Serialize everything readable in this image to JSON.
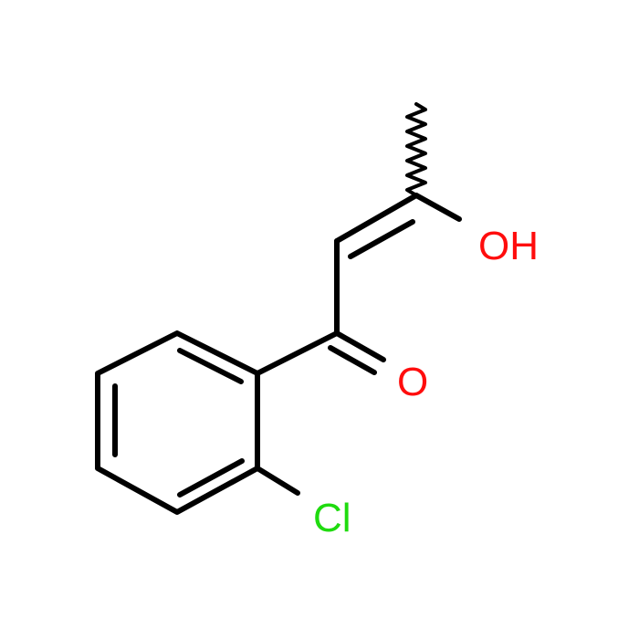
{
  "molecule": {
    "atoms": {
      "hydroxyl": {
        "label": "OH",
        "color": "#ff0d0d"
      },
      "carbonyl_oxygen": {
        "label": "O",
        "color": "#ff0d0d"
      },
      "chlorine": {
        "label": "Cl",
        "color": "#1fdb0f"
      }
    }
  }
}
